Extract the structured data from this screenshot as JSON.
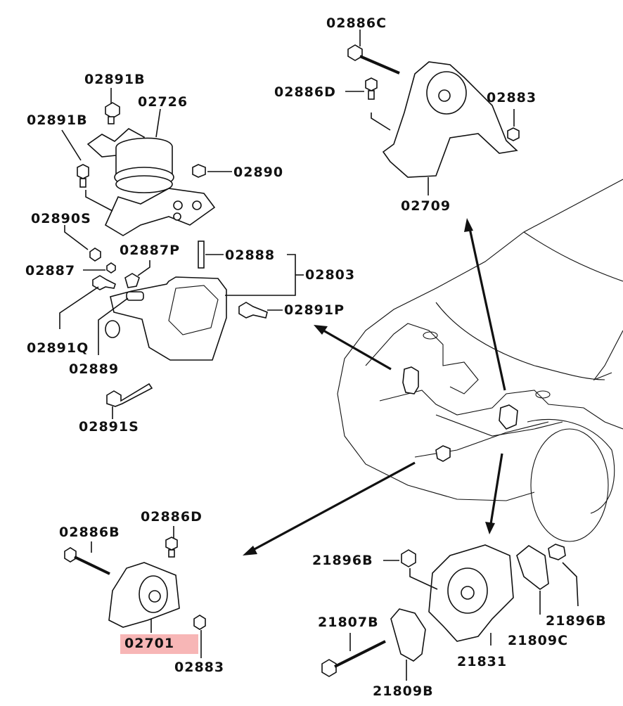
{
  "diagram": {
    "title": "Engine mount assembly exploded view",
    "highlight_color": "#f7b6b6",
    "groups": {
      "front_left_mount": {
        "labels": [
          "02891B",
          "02726",
          "02891B",
          "02890",
          "02890S"
        ]
      },
      "bracket_assy": {
        "labels": [
          "02887P",
          "02888",
          "02803",
          "02887",
          "02891P",
          "02891Q",
          "02889",
          "02891S"
        ]
      },
      "upper_rear_mount": {
        "labels": [
          "02886C",
          "02886D",
          "02883",
          "02709"
        ]
      },
      "front_roll_mount": {
        "labels": [
          "02886B",
          "02886D",
          "02701",
          "02883"
        ],
        "highlighted": "02701"
      },
      "rear_roll_mount": {
        "labels": [
          "21896B",
          "21807B",
          "21809B",
          "21831",
          "21809C",
          "21896B"
        ]
      }
    },
    "arrows": [
      {
        "from": "vehicle-engine-bay",
        "to": "bracket_assy"
      },
      {
        "from": "vehicle-engine-bay",
        "to": "upper_rear_mount"
      },
      {
        "from": "vehicle-engine-bay",
        "to": "front_roll_mount"
      },
      {
        "from": "vehicle-engine-bay",
        "to": "rear_roll_mount"
      }
    ]
  }
}
